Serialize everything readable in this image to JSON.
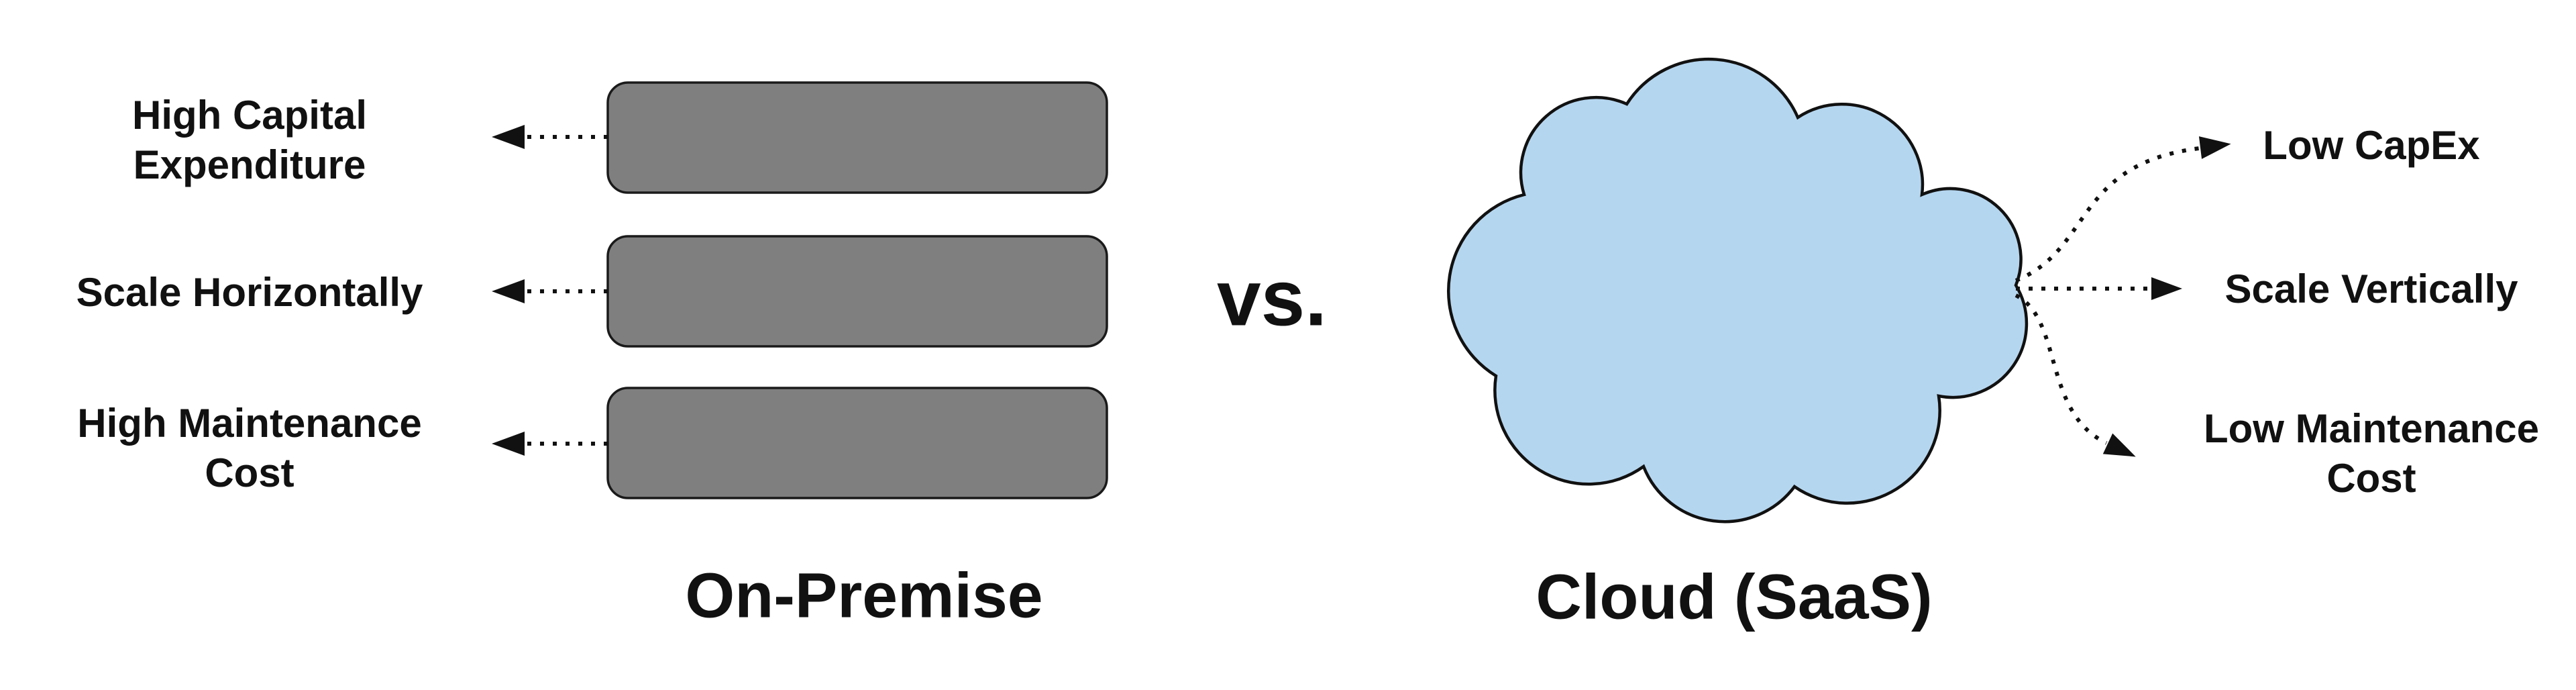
{
  "comparison": {
    "versus_label": "vs.",
    "on_premise": {
      "title": "On-Premise",
      "items": [
        "High Capital Expenditure",
        "Scale Horizontally",
        "High Maintenance Cost"
      ]
    },
    "cloud": {
      "title": "Cloud (SaaS)",
      "items": [
        "Low CapEx",
        "Scale Vertically",
        "Low Maintenance Cost"
      ]
    }
  },
  "colors": {
    "server_fill": "#7f7f7f",
    "server_stroke": "#1a1a1a",
    "cloud_fill": "#b5d6ef",
    "outline": "#111111",
    "text": "#111111",
    "background": "#ffffff"
  }
}
